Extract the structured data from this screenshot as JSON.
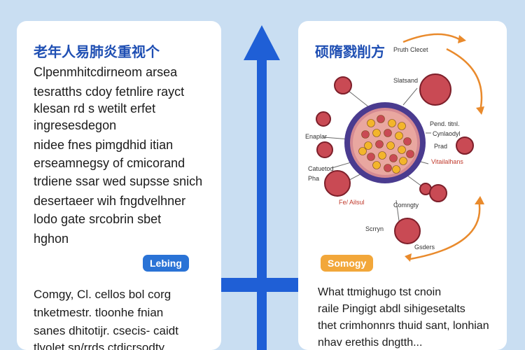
{
  "left": {
    "title": "老年人易肺炎重视个",
    "paragraph": [
      "Clpenmhitcdirneom arsea",
      "tesratths cdoy fetnlire rayct",
      "klesan rd s wetilt erfet",
      "ingresesdegon",
      "nidee fnes pimgdhid itian",
      "erseamnegsy of cmicorand",
      "trdiene ssar wed supsse snich",
      "desertaeer wih fngdvelhner",
      "lodo gate srcobrin sbet",
      "hghon"
    ],
    "tag": "Lebing",
    "paragraph2": [
      "Comgy, Cl. cellos bol corg",
      "tnketmestr. tloonhe fnian",
      "sanes dhitotijr. csecis- caidt",
      "tlvolet sn/rrds ctdicrsodty"
    ]
  },
  "right": {
    "title": "硕隋戮削方",
    "labels": {
      "top_right": "Pruth Clecet",
      "top_cell": "Slatsand",
      "mid_right_1": "Pend. titnl.",
      "mid_right_2": "Cynlaodyl",
      "mid_right_3": "Prad",
      "red_label_right": "Vitailalhans",
      "left_1": "Enaplar",
      "left_2": "Catuetod",
      "left_3": "Pha",
      "red_label_left": "Fe/ Ailsul",
      "bottom_mid": "Comngty",
      "bottom_left": "Scrryn",
      "bottom_right": "Gsders"
    },
    "tag": "Somogy",
    "paragraph": [
      "What ttmighugo tst cnoin",
      "raile Pingigt abdl sihigesetalts",
      "thet crimhonnrs thuid sant, lonhian",
      "nhav erethis dngtth..."
    ]
  },
  "colors": {
    "axis": "#1f5fd6",
    "accent_orange": "#e98a2c",
    "cell_red": "#b23a48",
    "center_purple": "#4a3b8f",
    "center_fill": "#e9a7a0",
    "dot_yellow": "#f3b52b",
    "title_blue": "#1f4fb3"
  }
}
